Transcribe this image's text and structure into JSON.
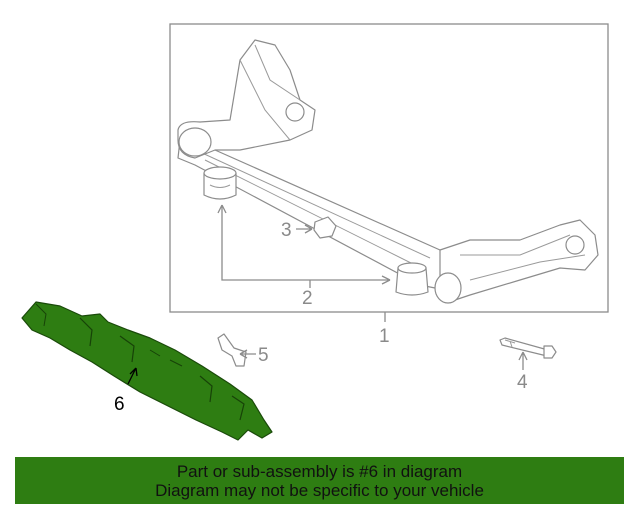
{
  "diagram": {
    "callouts": [
      "1",
      "2",
      "3",
      "4",
      "5",
      "6"
    ],
    "highlight_color": "#2e7d12",
    "highlighted_callout": "6"
  },
  "banner": {
    "line1": "Part or sub-assembly is #6 in diagram",
    "line2": "Diagram may not be specific to your vehicle",
    "background": "#2e7d12"
  }
}
